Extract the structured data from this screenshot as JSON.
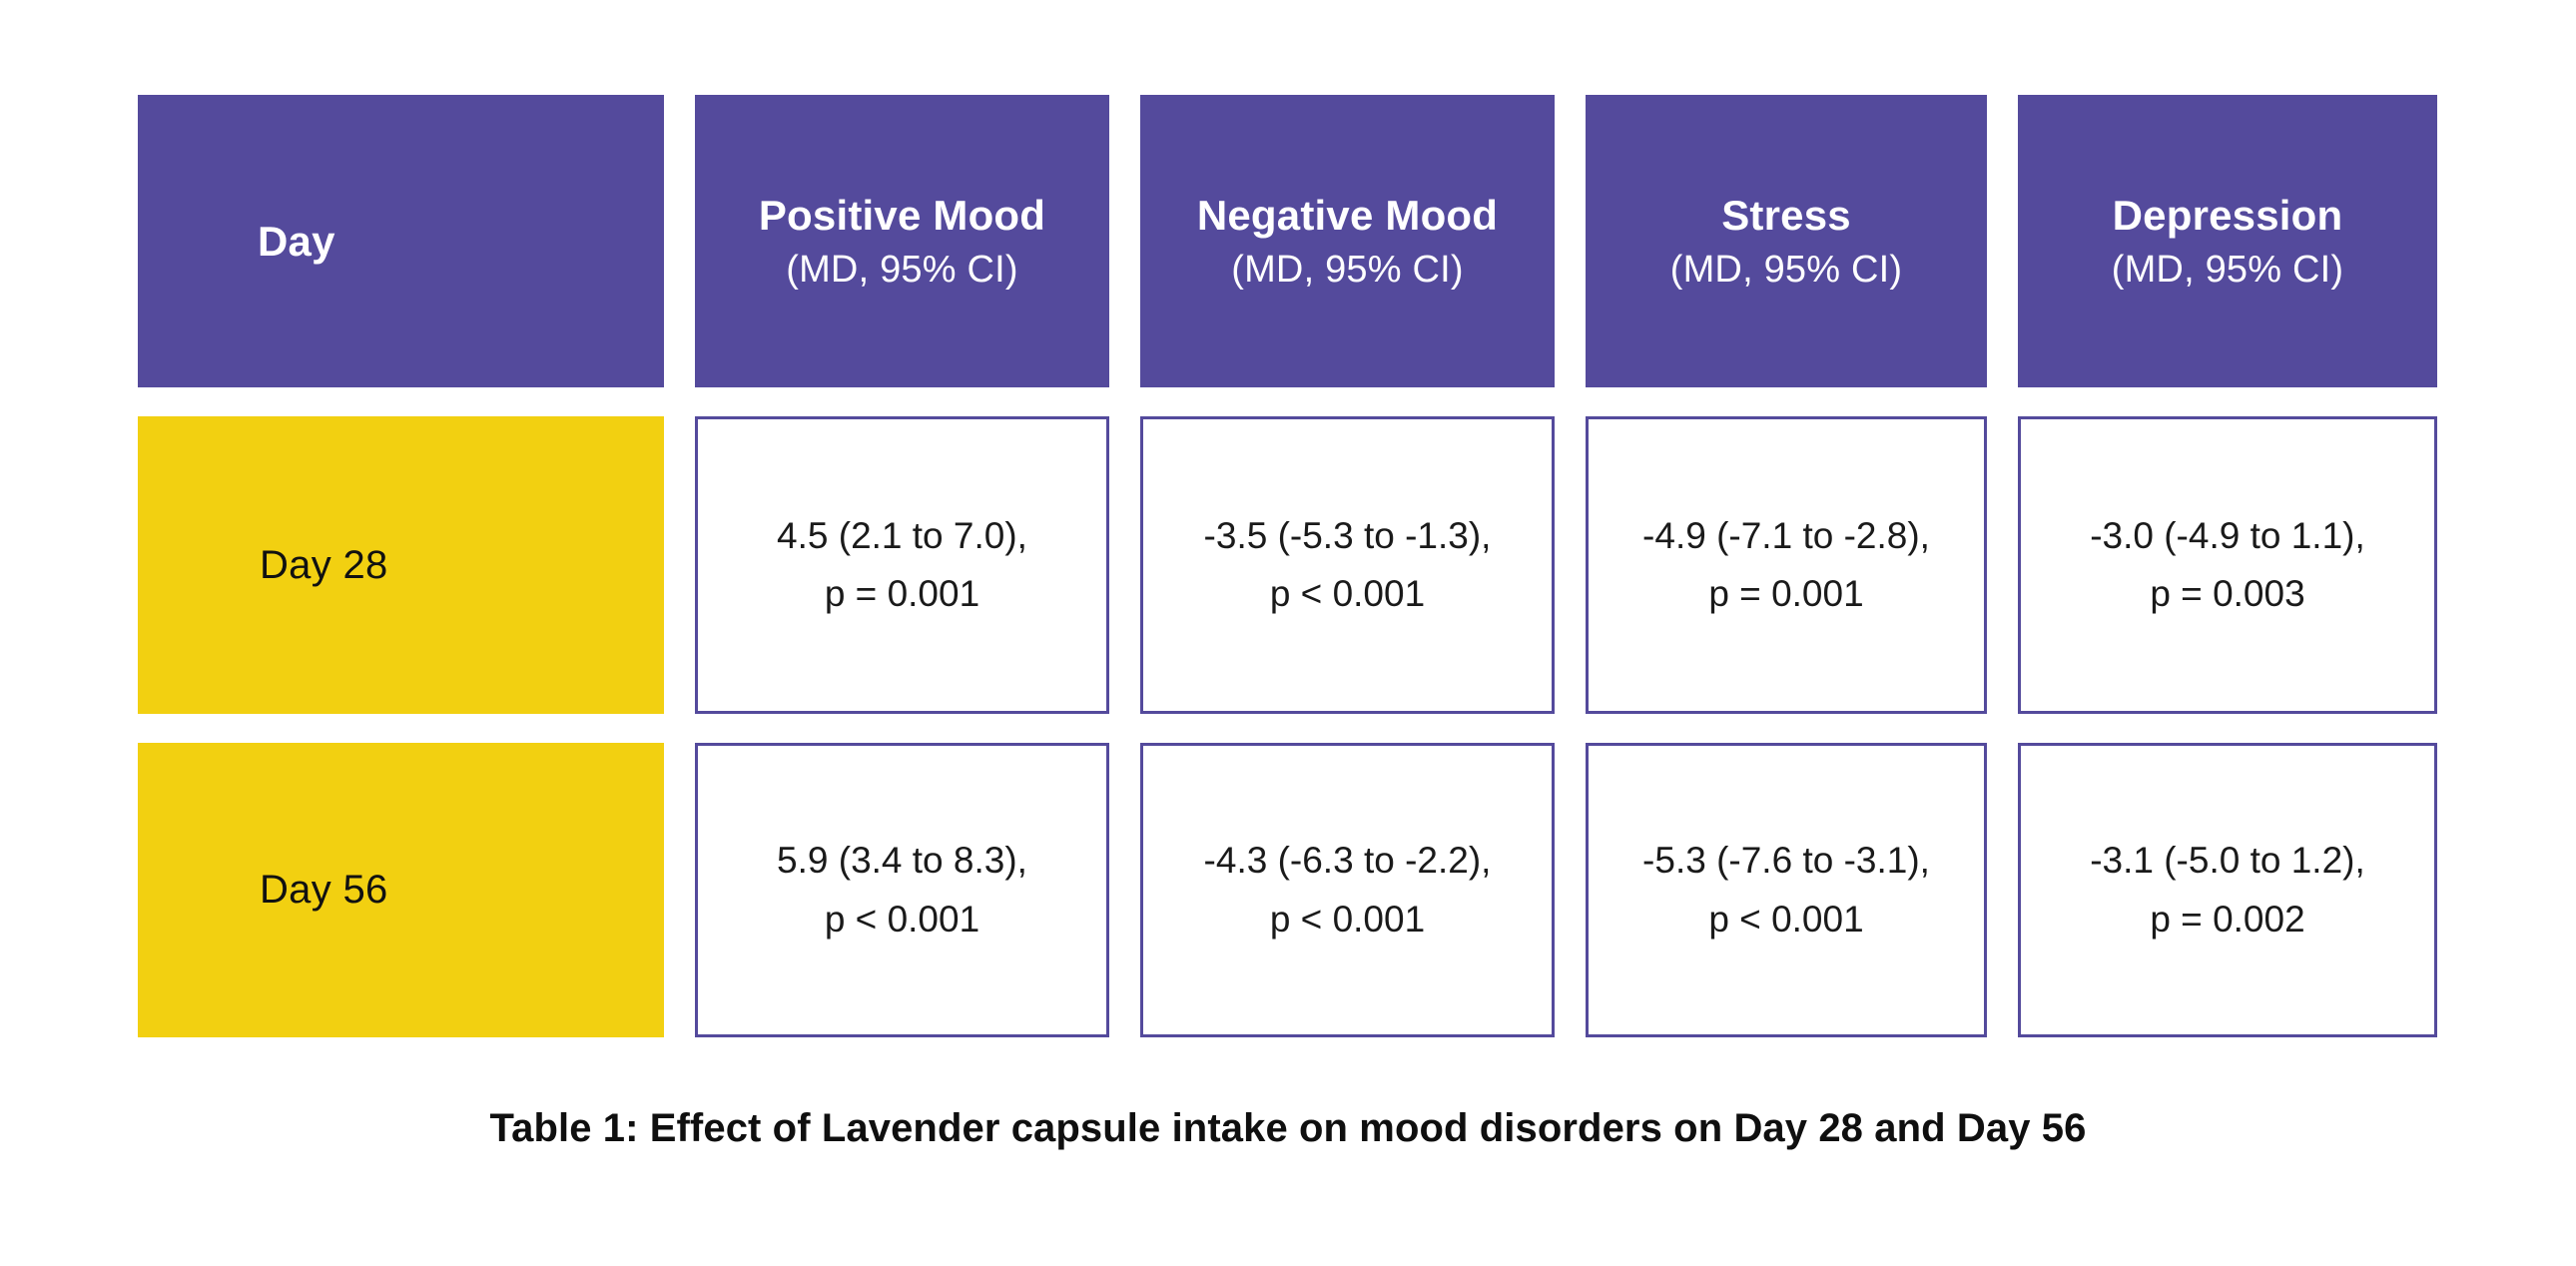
{
  "colors": {
    "header_bg": "#544A9C",
    "row_label_bg": "#F2D011",
    "cell_border": "#544A9C",
    "page_bg": "#FFFFFF",
    "header_text": "#FFFFFF",
    "body_text": "#1A1A1A"
  },
  "table": {
    "headers": [
      {
        "title": "Day",
        "sub": ""
      },
      {
        "title": "Positive Mood",
        "sub": "(MD, 95% CI)"
      },
      {
        "title": "Negative Mood",
        "sub": "(MD, 95% CI)"
      },
      {
        "title": "Stress",
        "sub": "(MD, 95% CI)"
      },
      {
        "title": "Depression",
        "sub": "(MD, 95% CI)"
      }
    ],
    "rows": [
      {
        "label": "Day 28",
        "cells": [
          {
            "estimate": "4.5 (2.1 to 7.0),",
            "pvalue": "p = 0.001"
          },
          {
            "estimate": "-3.5 (-5.3 to -1.3),",
            "pvalue": "p < 0.001"
          },
          {
            "estimate": "-4.9 (-7.1 to -2.8),",
            "pvalue": "p = 0.001"
          },
          {
            "estimate": "-3.0 (-4.9 to 1.1),",
            "pvalue": "p = 0.003"
          }
        ]
      },
      {
        "label": "Day 56",
        "cells": [
          {
            "estimate": "5.9 (3.4 to 8.3),",
            "pvalue": "p < 0.001"
          },
          {
            "estimate": "-4.3 (-6.3 to -2.2),",
            "pvalue": "p < 0.001"
          },
          {
            "estimate": "-5.3 (-7.6 to -3.1),",
            "pvalue": "p < 0.001"
          },
          {
            "estimate": "-3.1 (-5.0 to 1.2),",
            "pvalue": "p = 0.002"
          }
        ]
      }
    ]
  },
  "caption": "Table 1: Effect of Lavender capsule intake on mood disorders on Day 28 and Day 56",
  "chart_data": {
    "type": "table",
    "title": "Table 1: Effect of Lavender capsule intake on mood disorders on Day 28 and Day 56",
    "columns": [
      "Day",
      "Positive Mood (MD, 95% CI)",
      "Negative Mood (MD, 95% CI)",
      "Stress (MD, 95% CI)",
      "Depression (MD, 95% CI)"
    ],
    "rows": [
      [
        "Day 28",
        "4.5 (2.1 to 7.0), p = 0.001",
        "-3.5 (-5.3 to -1.3), p < 0.001",
        "-4.9 (-7.1 to -2.8), p = 0.001",
        "-3.0 (-4.9 to 1.1), p = 0.003"
      ],
      [
        "Day 56",
        "5.9 (3.4 to 8.3), p < 0.001",
        "-4.3 (-6.3 to -2.2), p < 0.001",
        "-5.3 (-7.6 to -3.1), p < 0.001",
        "-3.1 (-5.0 to 1.2), p = 0.002"
      ]
    ],
    "measures": [
      {
        "outcome": "Positive Mood",
        "day": 28,
        "md": 4.5,
        "ci_low": 2.1,
        "ci_high": 7.0,
        "p_text": "p = 0.001"
      },
      {
        "outcome": "Negative Mood",
        "day": 28,
        "md": -3.5,
        "ci_low": -5.3,
        "ci_high": -1.3,
        "p_text": "p < 0.001"
      },
      {
        "outcome": "Stress",
        "day": 28,
        "md": -4.9,
        "ci_low": -7.1,
        "ci_high": -2.8,
        "p_text": "p = 0.001"
      },
      {
        "outcome": "Depression",
        "day": 28,
        "md": -3.0,
        "ci_low": -4.9,
        "ci_high": 1.1,
        "p_text": "p = 0.003"
      },
      {
        "outcome": "Positive Mood",
        "day": 56,
        "md": 5.9,
        "ci_low": 3.4,
        "ci_high": 8.3,
        "p_text": "p < 0.001"
      },
      {
        "outcome": "Negative Mood",
        "day": 56,
        "md": -4.3,
        "ci_low": -6.3,
        "ci_high": -2.2,
        "p_text": "p < 0.001"
      },
      {
        "outcome": "Stress",
        "day": 56,
        "md": -5.3,
        "ci_low": -7.6,
        "ci_high": -3.1,
        "p_text": "p < 0.001"
      },
      {
        "outcome": "Depression",
        "day": 56,
        "md": -3.1,
        "ci_low": -5.0,
        "ci_high": 1.2,
        "p_text": "p = 0.002"
      }
    ]
  }
}
